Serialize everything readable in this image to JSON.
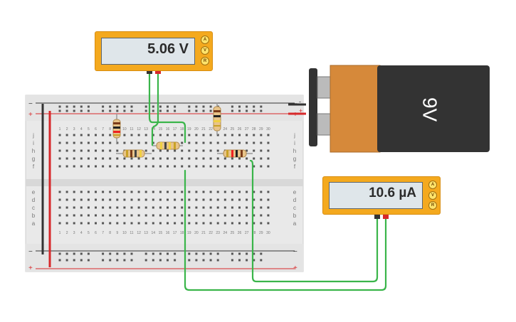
{
  "voltmeter": {
    "reading": "5.06 V",
    "modes": [
      "A",
      "V",
      "R"
    ]
  },
  "ammeter": {
    "reading": "10.6 µA",
    "modes": [
      "A",
      "V",
      "R"
    ]
  },
  "battery": {
    "label": "9V",
    "plus": "+",
    "minus": "-"
  },
  "breadboard": {
    "rail_plus": "+",
    "rail_minus": "−",
    "row_letters_top": [
      "j",
      "i",
      "h",
      "g",
      "f"
    ],
    "row_letters_bottom": [
      "e",
      "d",
      "c",
      "b",
      "a"
    ],
    "column_numbers": [
      "1",
      "2",
      "3",
      "4",
      "5",
      "6",
      "7",
      "8",
      "9",
      "10",
      "11",
      "12",
      "13",
      "14",
      "15",
      "16",
      "17",
      "18",
      "19",
      "20",
      "21",
      "22",
      "23",
      "24",
      "25",
      "26",
      "27",
      "28",
      "29",
      "30"
    ]
  },
  "colors": {
    "meter_body": "#f4a91e",
    "wire": "#3ab54a",
    "rail_red": "#d7282a",
    "rail_black": "#333333",
    "battery_body": "#333333",
    "battery_band": "#d6893a"
  }
}
